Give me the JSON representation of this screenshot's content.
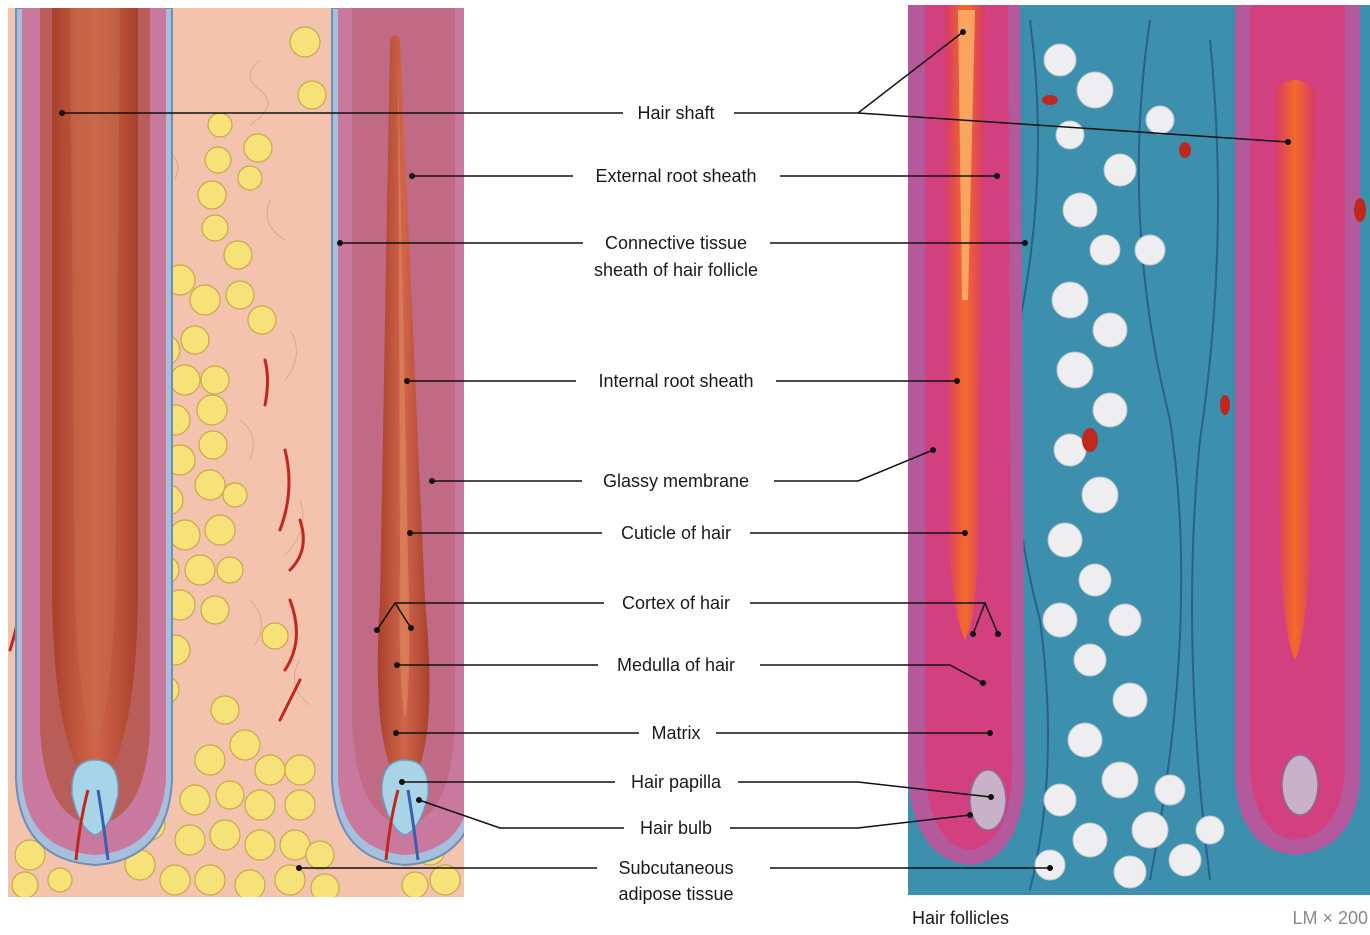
{
  "labels": [
    {
      "id": "hair-shaft",
      "lines": [
        "Hair shaft"
      ]
    },
    {
      "id": "external-root-sheath",
      "lines": [
        "External root sheath"
      ]
    },
    {
      "id": "connective-tissue-sheath",
      "lines": [
        "Connective tissue",
        "sheath of hair follicle"
      ]
    },
    {
      "id": "internal-root-sheath",
      "lines": [
        "Internal root sheath"
      ]
    },
    {
      "id": "glassy-membrane",
      "lines": [
        "Glassy membrane"
      ]
    },
    {
      "id": "cuticle-of-hair",
      "lines": [
        "Cuticle of hair"
      ]
    },
    {
      "id": "cortex-of-hair",
      "lines": [
        "Cortex of hair"
      ]
    },
    {
      "id": "medulla-of-hair",
      "lines": [
        "Medulla of hair"
      ]
    },
    {
      "id": "matrix",
      "lines": [
        "Matrix"
      ]
    },
    {
      "id": "hair-papilla",
      "lines": [
        "Hair papilla"
      ]
    },
    {
      "id": "hair-bulb",
      "lines": [
        "Hair bulb"
      ]
    },
    {
      "id": "subcutaneous-adipose-tissue",
      "lines": [
        "Subcutaneous",
        "adipose tissue"
      ]
    }
  ],
  "caption": {
    "title": "Hair follicles",
    "magnification": "LM × 200"
  },
  "colors": {
    "dermis": "#f3c3ad",
    "follicle_sheath": "#c9789e",
    "hair_shaft": "#c8563a",
    "fat": "#f7e27a",
    "stain_blue": "#4b96b0",
    "stain_magenta": "#d2407f",
    "stain_orange": "#f0602a"
  }
}
